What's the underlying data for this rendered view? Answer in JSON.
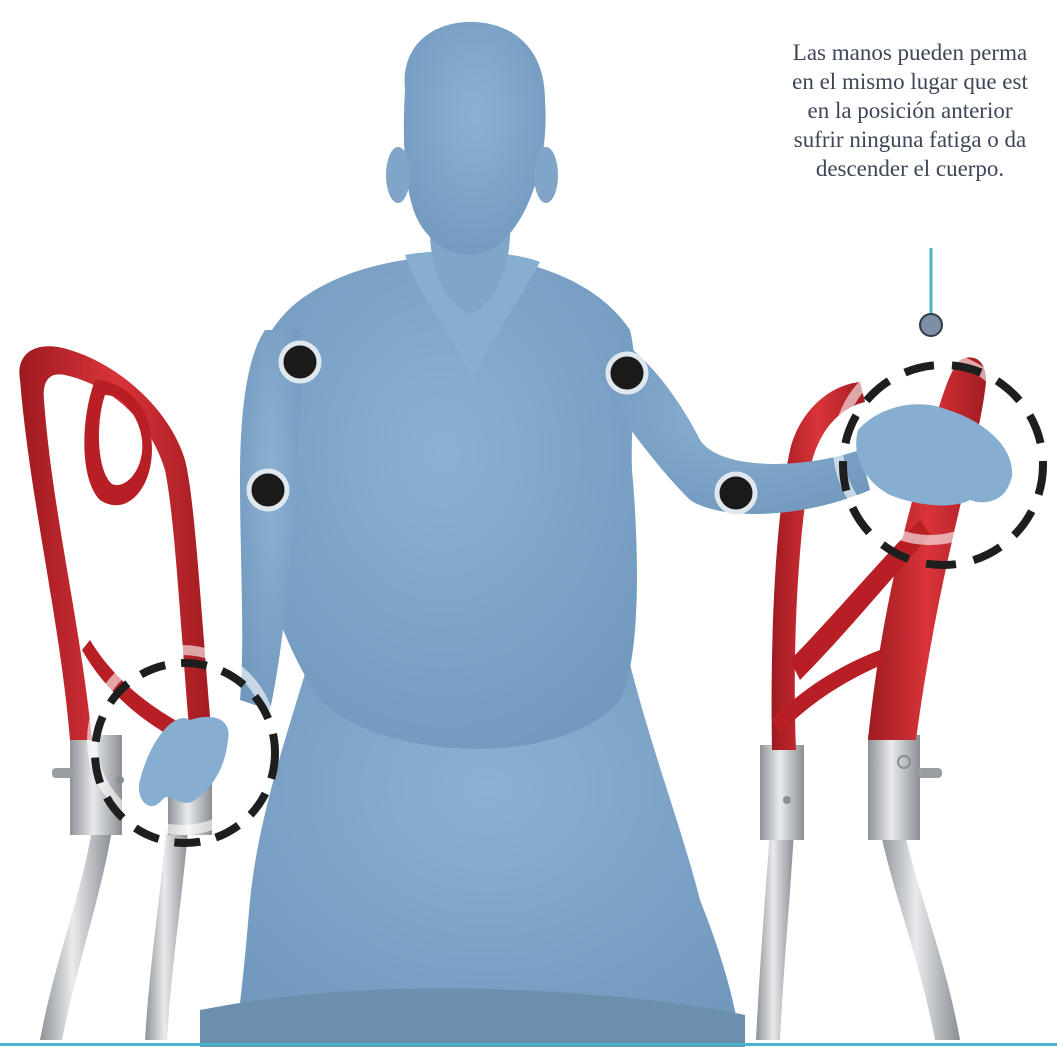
{
  "annotation": {
    "lines": [
      "Las manos pueden perma",
      "en el mismo lugar que est",
      "en la posición anterior",
      "sufrir ninguna fatiga o da",
      "descender el cuerpo."
    ]
  },
  "colors": {
    "body": "#7fa6c9",
    "frame_red": "#c9262b",
    "metal": "#b9bcc0",
    "joint_marker": "#1a1a1a",
    "leader_line": "#49b3c9"
  }
}
